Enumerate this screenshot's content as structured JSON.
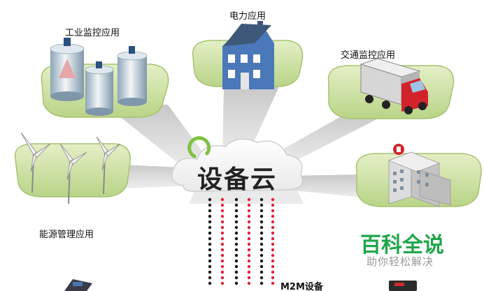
{
  "diagram": {
    "center": {
      "label": "设备云"
    },
    "nodes": [
      {
        "id": "industrial",
        "label": "工业监控应用"
      },
      {
        "id": "power",
        "label": "电力应用"
      },
      {
        "id": "traffic",
        "label": "交通监控应用"
      },
      {
        "id": "energy",
        "label": "能源管理应用"
      },
      {
        "id": "building",
        "label": ""
      }
    ],
    "bottom": {
      "label": "M2M设备"
    }
  },
  "watermark": {
    "title": "百科全说",
    "subtitle": "助你轻松解决"
  },
  "colors": {
    "platform_green": "#cfe3a6",
    "cloud_white": "#ffffff",
    "swirl_green": "#7fc243",
    "dot_red": "#e0203a",
    "dot_black": "#111111",
    "watermark_green": "#1fa64a"
  }
}
